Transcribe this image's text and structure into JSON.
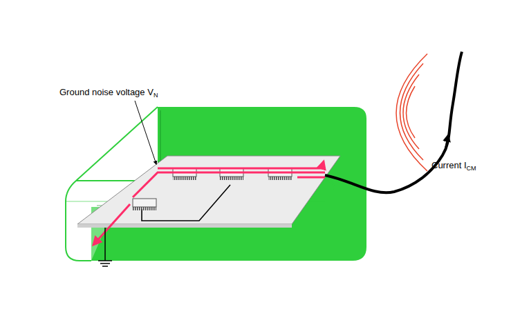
{
  "diagram": {
    "labels": [
      "Ground noise voltage V",
      "N",
      "Current I",
      "CM"
    ]
  }
}
